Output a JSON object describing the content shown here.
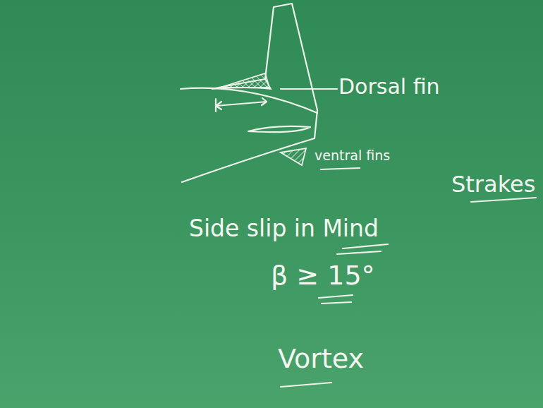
{
  "diagram": {
    "labels": [
      "Dorsal fin",
      "ventral fins",
      "Strakes",
      "Side slip in Mind",
      "β ≥ 15°",
      "Vortex"
    ]
  }
}
